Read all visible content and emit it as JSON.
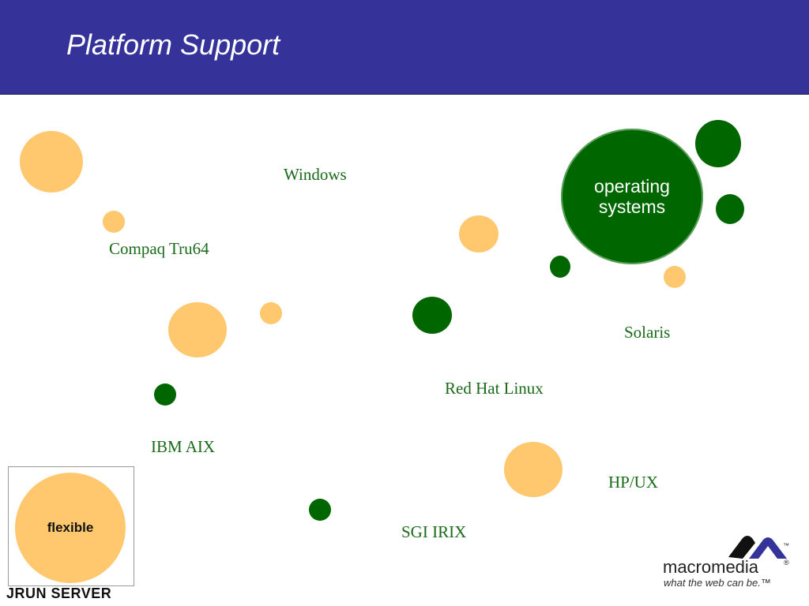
{
  "slide": {
    "title": "Platform Support"
  },
  "center_circle": {
    "line1": "operating",
    "line2": "systems"
  },
  "platforms": [
    "Windows",
    "Compaq Tru64",
    "Solaris",
    "Red Hat Linux",
    "IBM AIX",
    "HP/UX",
    "SGI IRIX"
  ],
  "badge": {
    "word": "flexible",
    "product": "JRUN SERVER"
  },
  "brand": {
    "name": "macromedia",
    "registered": "®",
    "trademark": "™",
    "tagline": "what the web can be.™"
  },
  "colors": {
    "header": "#35339a",
    "green": "#006600",
    "orange": "#ffc86e",
    "label": "#1a6a1a"
  }
}
